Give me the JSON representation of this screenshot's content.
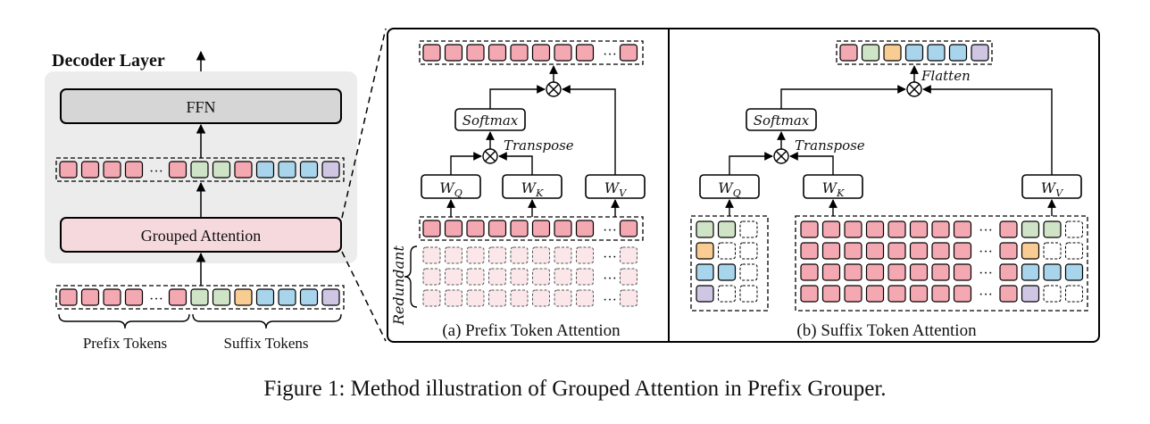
{
  "decoder": {
    "title": "Decoder Layer",
    "ffn_label": "FFN",
    "grouped_attention_label": "Grouped Attention"
  },
  "token_groups": {
    "prefix_label": "Prefix Tokens",
    "suffix_label": "Suffix Tokens"
  },
  "prefix_panel": {
    "caption": "(a) Prefix Token Attention",
    "softmax_label": "Softmax",
    "transpose_label": "Transpose",
    "redundant_label": "Redundant",
    "wq": {
      "main": "W",
      "sub": "Q"
    },
    "wk": {
      "main": "W",
      "sub": "K"
    },
    "wv": {
      "main": "W",
      "sub": "V"
    },
    "ellipsis": "···"
  },
  "suffix_panel": {
    "caption": "(b) Suffix Token Attention",
    "softmax_label": "Softmax",
    "transpose_label": "Transpose",
    "flatten_label": "Flatten",
    "wq": {
      "main": "W",
      "sub": "Q"
    },
    "wk": {
      "main": "W",
      "sub": "K"
    },
    "wv": {
      "main": "W",
      "sub": "V"
    },
    "ellipsis": "···"
  },
  "figure_caption": "Figure 1: Method illustration of Grouped Attention in Prefix Grouper.",
  "colors": {
    "pink": "#f4a8b2",
    "green": "#cfe3c7",
    "orange": "#f9cc93",
    "blue": "#a8d4ec",
    "purple": "#cfc6e4",
    "faint_pink": "#fbe6e9",
    "gray_panel": "#ececec",
    "ffn_fill": "#d6d6d6",
    "ga_fill": "#f6d9dd"
  },
  "icons": [
    "multiply-circle-icon",
    "arrow-up-icon"
  ]
}
